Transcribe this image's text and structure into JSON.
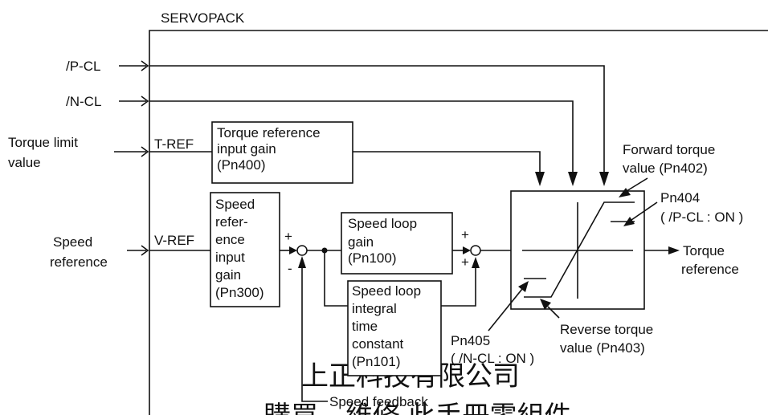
{
  "title": "SERVOPACK",
  "inputs": {
    "p_cl": "/P-CL",
    "n_cl": "/N-CL",
    "torque_limit": [
      "Torque limit",
      "value"
    ],
    "speed_reference": [
      "Speed",
      "reference"
    ]
  },
  "ports": {
    "t_ref": "T-REF",
    "v_ref": "V-REF"
  },
  "blocks": {
    "torque_ref_gain": [
      "Torque reference",
      "input gain",
      "(Pn400)"
    ],
    "speed_ref_gain": [
      "Speed",
      "refer-",
      "ence",
      "input",
      "gain",
      "(Pn300)"
    ],
    "speed_loop_gain": [
      "Speed loop",
      "gain",
      "(Pn100)"
    ],
    "speed_loop_integral": [
      "Speed loop",
      "integral",
      "time",
      "constant",
      "(Pn101)"
    ]
  },
  "signs": {
    "plus": "+",
    "minus": "-"
  },
  "limiter": {
    "forward": [
      "Forward torque",
      "value (Pn402)"
    ],
    "pn404": [
      "Pn404",
      "( /P-CL : ON )"
    ],
    "reverse": [
      "Reverse torque",
      "value (Pn403)"
    ],
    "pn405": [
      "Pn405",
      "( /N-CL : ON )"
    ]
  },
  "output": [
    "Torque",
    "reference"
  ],
  "feedback": "Speed feedback",
  "watermark": [
    "上正科技有限公司",
    "購買、維修 此手冊零組件"
  ]
}
